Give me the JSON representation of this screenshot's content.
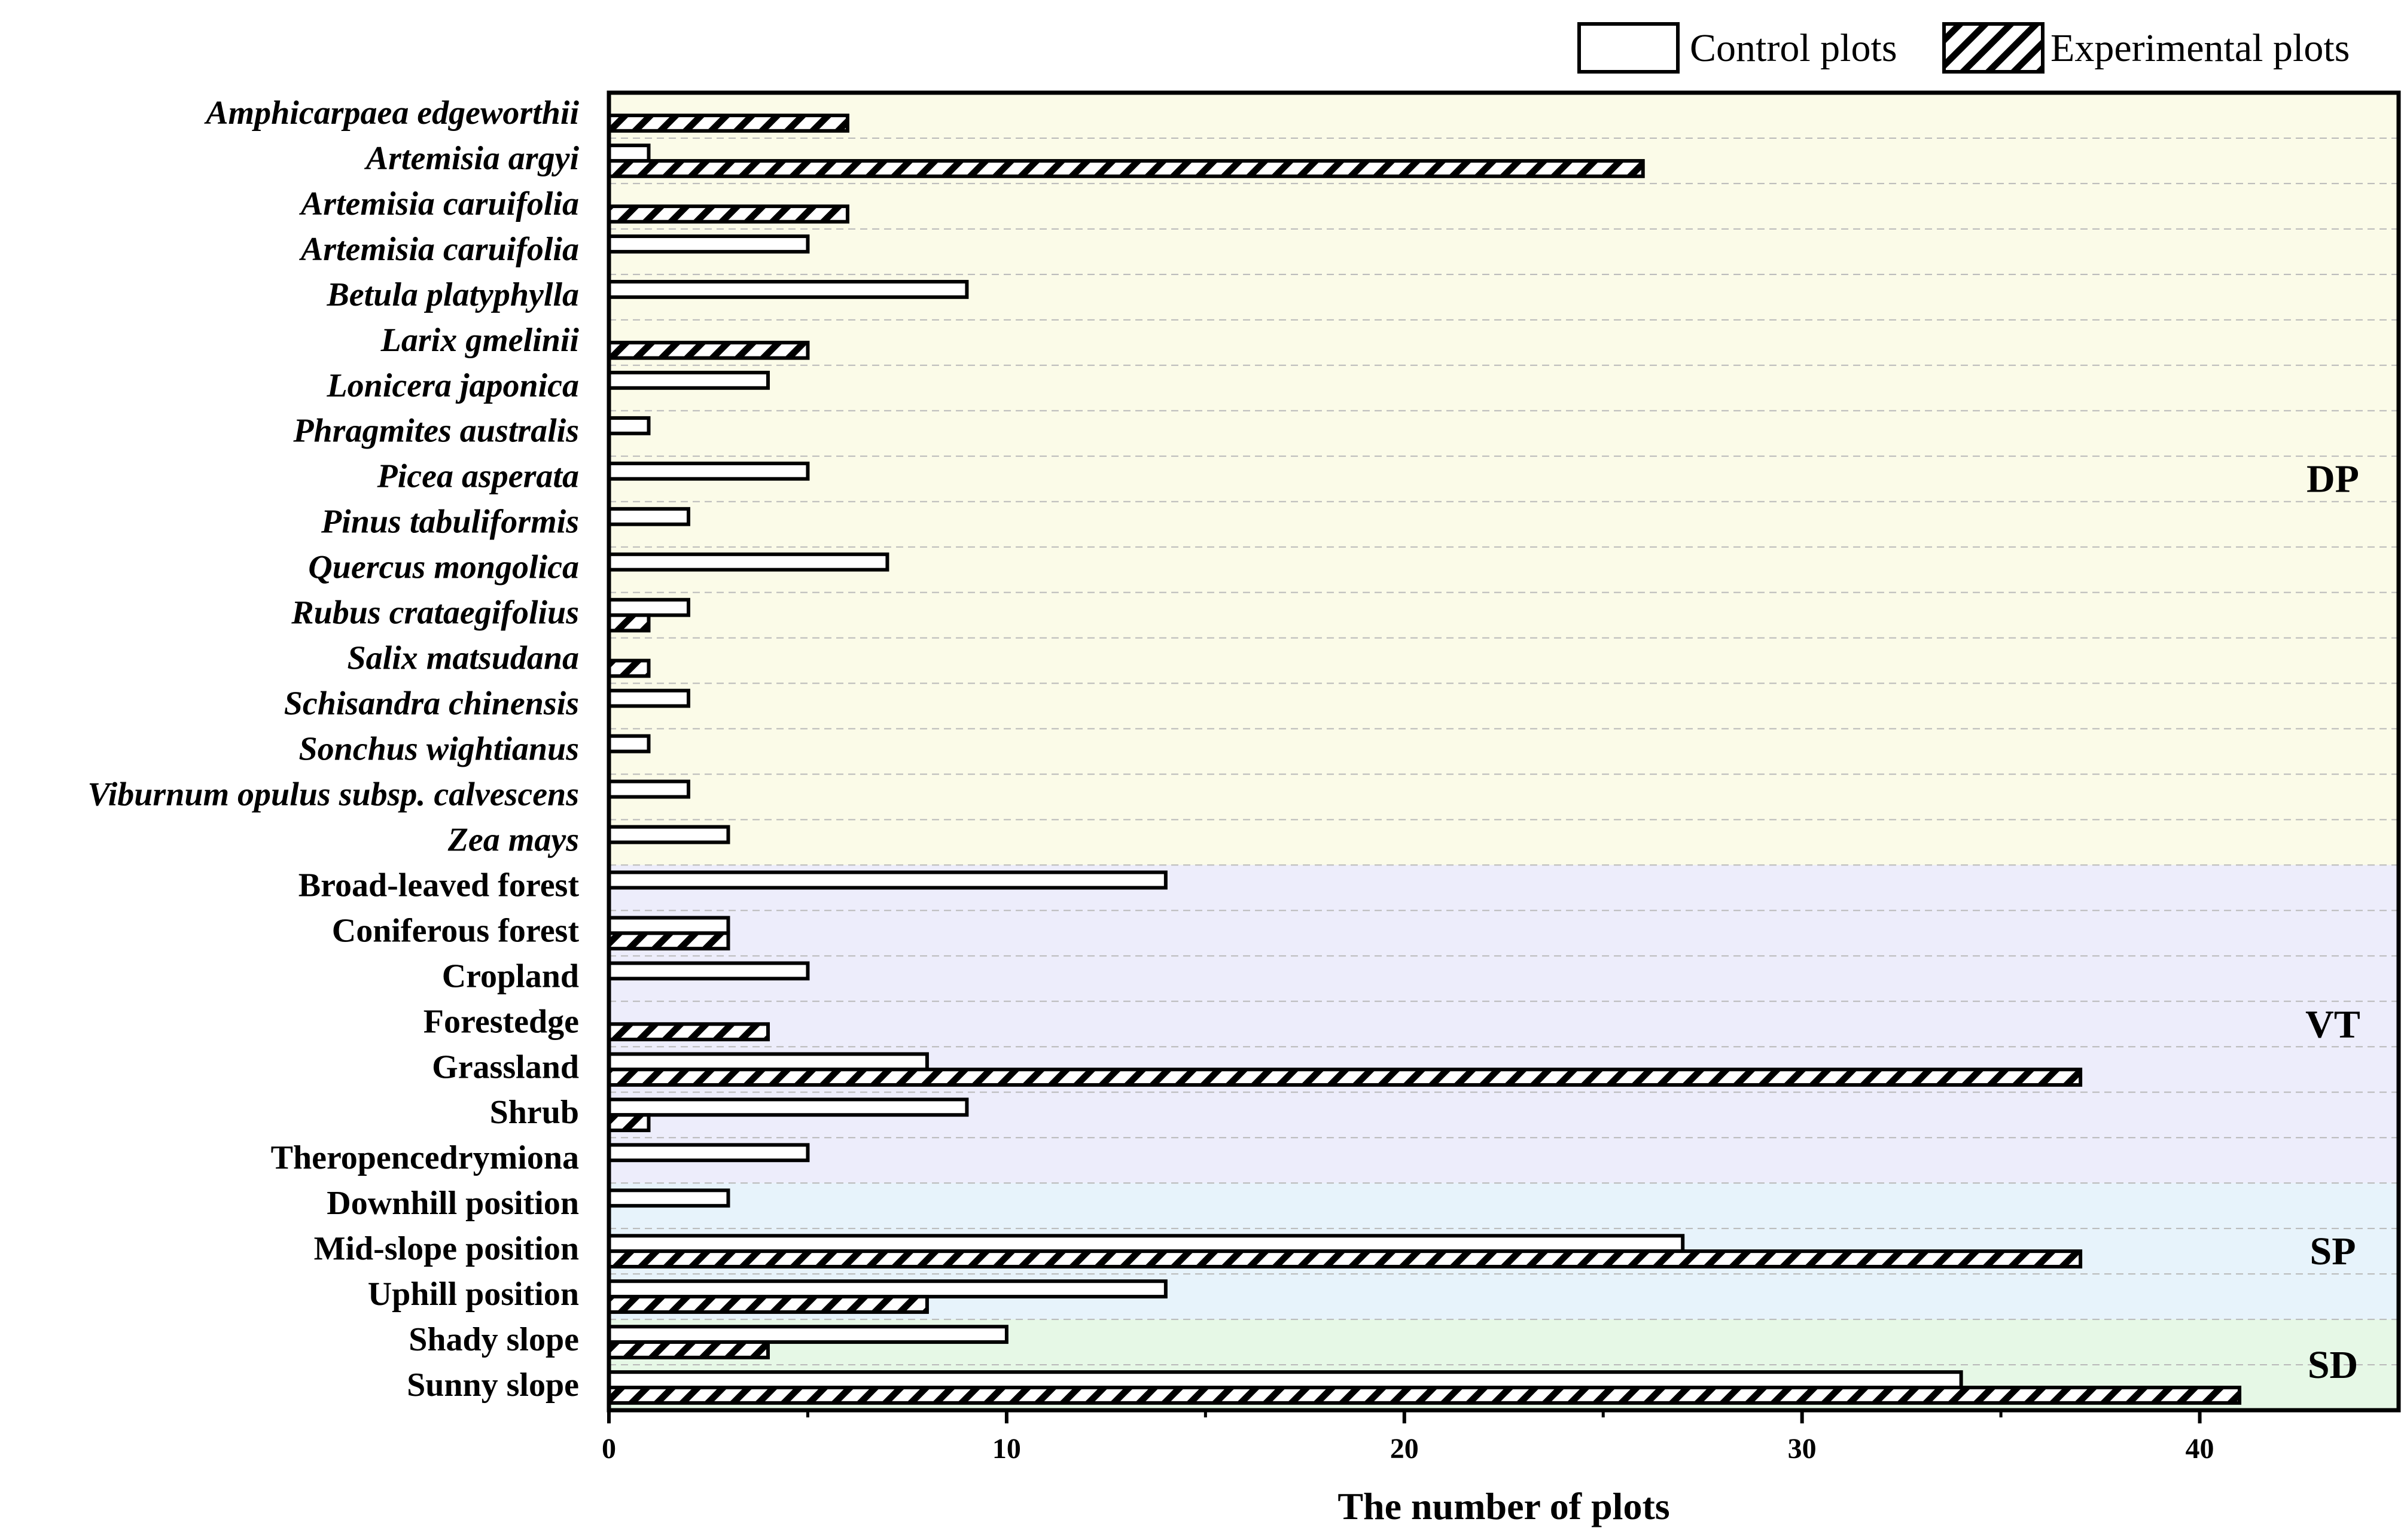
{
  "chart_data": {
    "type": "bar",
    "orientation": "horizontal",
    "xlabel": "The number of plots",
    "xlim": [
      0,
      45
    ],
    "xticks": [
      0,
      10,
      20,
      30,
      40
    ],
    "legend": {
      "placement": "top-right",
      "entries": [
        "Control plots",
        "Experimental plots"
      ]
    },
    "colors": {
      "DP": "#fbfbe8",
      "VT": "#ededfb",
      "SP": "#e7f3fb",
      "SD": "#e6f8e6",
      "bar_fill": "#ffffff",
      "bar_stroke": "#000000"
    },
    "groups": [
      {
        "label": "DP",
        "italic": true,
        "categories": [
          "Amphicarpaea edgeworthii",
          "Artemisia argyi",
          "Artemisia caruifolia",
          "Artemisia caruifolia",
          "Betula platyphylla",
          "Larix gmelinii",
          "Lonicera japonica",
          "Phragmites australis",
          "Picea asperata",
          "Pinus tabuliformis",
          "Quercus mongolica",
          "Rubus crataegifolius",
          "Salix matsudana",
          "Schisandra chinensis",
          "Sonchus wightianus",
          "Viburnum opulus subsp. calvescens",
          "Zea mays"
        ]
      },
      {
        "label": "VT",
        "italic": false,
        "categories": [
          "Broad-leaved forest",
          "Coniferous forest",
          "Cropland",
          "Forestedge",
          "Grassland",
          "Shrub",
          "Theropencedrymiona"
        ]
      },
      {
        "label": "SP",
        "italic": false,
        "categories": [
          "Downhill position",
          "Mid-slope position",
          "Uphill position"
        ]
      },
      {
        "label": "SD",
        "italic": false,
        "categories": [
          "Shady slope",
          "Sunny slope"
        ]
      }
    ],
    "series": [
      {
        "name": "Control plots",
        "pattern": "solid",
        "values": [
          0,
          1,
          0,
          5,
          9,
          0,
          4,
          1,
          5,
          2,
          7,
          2,
          0,
          2,
          1,
          2,
          3,
          14,
          3,
          5,
          0,
          8,
          9,
          5,
          3,
          27,
          14,
          10,
          34
        ]
      },
      {
        "name": "Experimental plots",
        "pattern": "hatched",
        "values": [
          6,
          26,
          6,
          0,
          0,
          5,
          0,
          0,
          0,
          0,
          0,
          1,
          1,
          0,
          0,
          0,
          0,
          0,
          3,
          0,
          4,
          37,
          1,
          0,
          0,
          37,
          8,
          4,
          41
        ]
      }
    ]
  }
}
